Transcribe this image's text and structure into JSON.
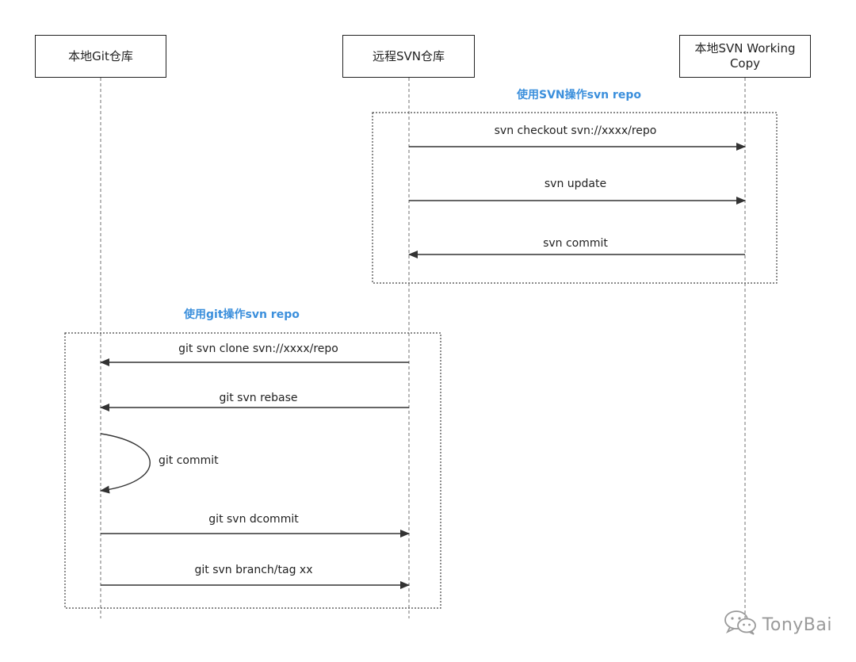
{
  "actors": {
    "git_local": {
      "label": "本地Git仓库"
    },
    "svn_remote": {
      "label": "远程SVN仓库"
    },
    "svn_wc": {
      "label": "本地SVN Working\nCopy"
    }
  },
  "groups": {
    "svn_ops": {
      "title": "使用SVN操作svn repo"
    },
    "git_ops": {
      "title": "使用git操作svn repo"
    }
  },
  "messages": {
    "svn_checkout": "svn checkout svn://xxxx/repo",
    "svn_update": "svn update",
    "svn_commit": "svn commit",
    "git_svn_clone": "git svn clone svn://xxxx/repo",
    "git_svn_rebase": "git svn rebase",
    "git_commit": "git commit",
    "git_svn_dcommit": "git svn dcommit",
    "git_svn_branch": "git svn branch/tag xx"
  },
  "watermark": {
    "text": "TonyBai",
    "icon": "wechat-icon"
  },
  "colors": {
    "accent": "#3b8fdc",
    "line": "#333333",
    "lifeline": "#8a8a8a",
    "watermark": "#9a9a9a"
  }
}
